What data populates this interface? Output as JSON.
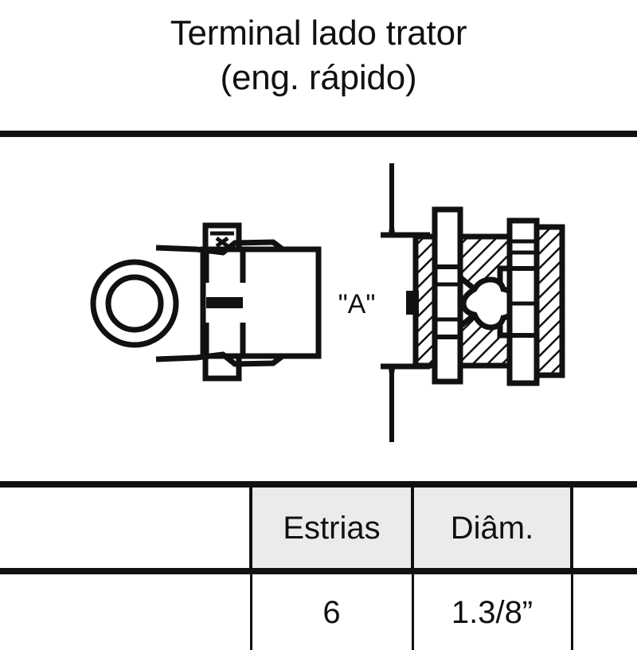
{
  "title": {
    "line1": "Terminal lado trator",
    "line2": "(eng. rápido)"
  },
  "drawing": {
    "dimension_label": "\"A\"",
    "left_view_name": "yoke-side-view",
    "right_view_name": "splined-hub-section-view"
  },
  "table": {
    "headers": {
      "blank_a": "",
      "blank_b": "",
      "estrias": "Estrias",
      "diam": "Diâm.",
      "blank_c": ""
    },
    "rows": [
      {
        "blank_a": "",
        "blank_b": "",
        "estrias": "6",
        "diam": "1.3/8”",
        "blank_c": ""
      }
    ]
  },
  "colors": {
    "ink": "#111111",
    "header_fill": "#ebebeb",
    "page": "#ffffff"
  }
}
